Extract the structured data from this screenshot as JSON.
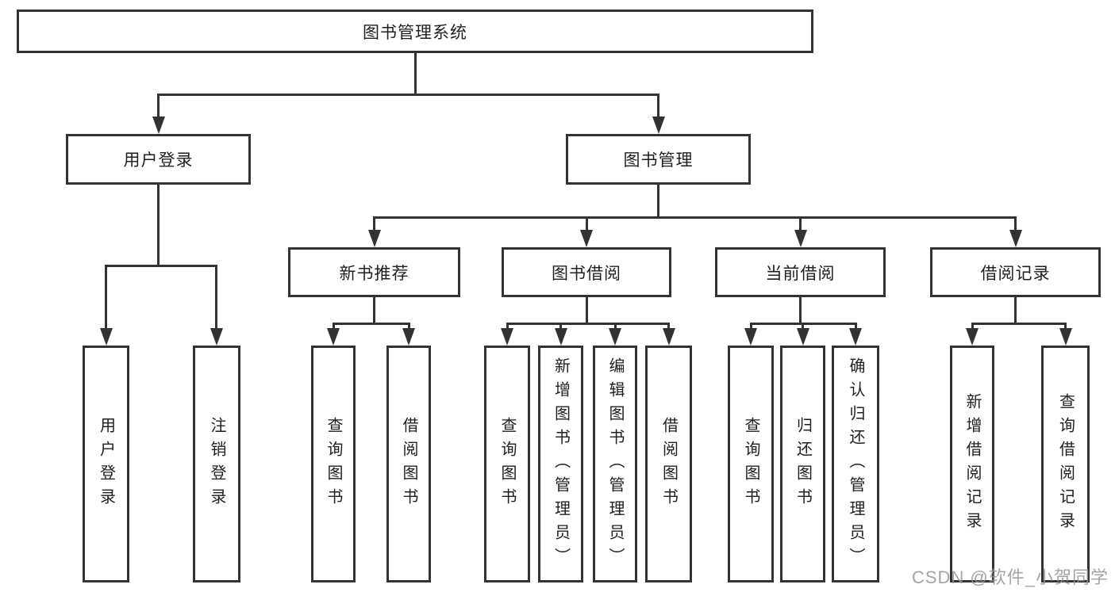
{
  "diagram": {
    "type": "tree",
    "root": {
      "label": "图书管理系统",
      "children": [
        {
          "label": "用户登录",
          "children": [
            {
              "label": "用户登录"
            },
            {
              "label": "注销登录"
            }
          ]
        },
        {
          "label": "图书管理",
          "children": [
            {
              "label": "新书推荐",
              "children": [
                {
                  "label": "查询图书"
                },
                {
                  "label": "借阅图书"
                }
              ]
            },
            {
              "label": "图书借阅",
              "children": [
                {
                  "label": "查询图书"
                },
                {
                  "label": "新增图书（管理员）"
                },
                {
                  "label": "编辑图书（管理员）"
                },
                {
                  "label": "借阅图书"
                }
              ]
            },
            {
              "label": "当前借阅",
              "children": [
                {
                  "label": "查询图书"
                },
                {
                  "label": "归还图书"
                },
                {
                  "label": "确认归还（管理员）"
                }
              ]
            },
            {
              "label": "借阅记录",
              "children": [
                {
                  "label": "新增借阅记录"
                },
                {
                  "label": "查询借阅记录"
                }
              ]
            }
          ]
        }
      ]
    }
  },
  "watermark": {
    "text": "CSDN @软件_小贺同学"
  },
  "colors": {
    "line": "#333333",
    "box_fill": "#ffffff",
    "text": "#1f1f1f",
    "watermark": "#949494"
  }
}
